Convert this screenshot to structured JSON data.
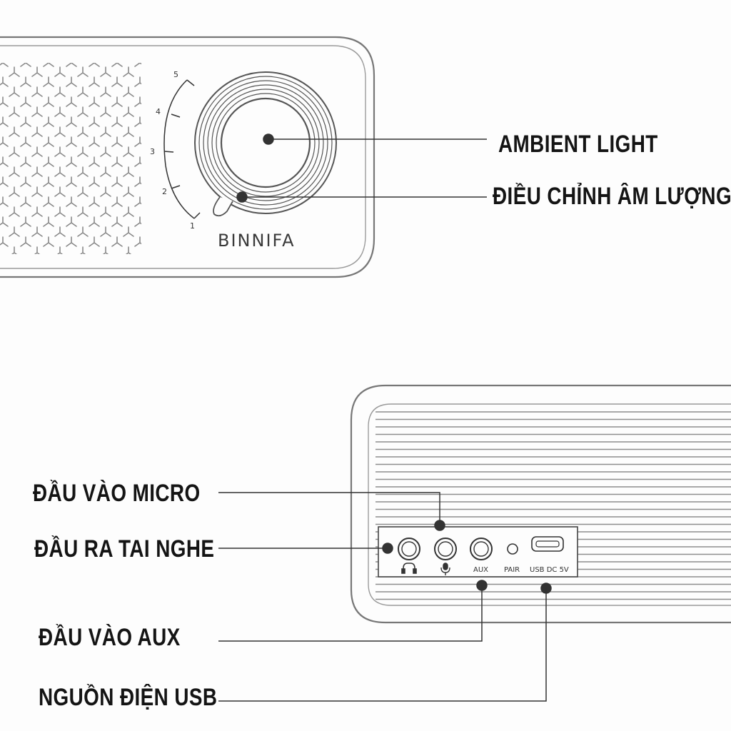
{
  "device": {
    "brand": "BINNIFA",
    "volume_scale": [
      "1",
      "2",
      "3",
      "4",
      "5"
    ],
    "ports": {
      "aux": "AUX",
      "pair": "PAIR",
      "usb": "USB DC 5V"
    },
    "port_icons": [
      "headphone-icon",
      "microphone-icon"
    ]
  },
  "callouts": {
    "ambient_light": "AMBIENT LIGHT",
    "volume_control": "ĐIỀU CHỈNH ÂM LƯỢNG",
    "mic_input": "ĐẦU VÀO MICRO",
    "headphone_output": "ĐẦU RA TAI NGHE",
    "aux_input": "ĐẦU VÀO  AUX",
    "usb_power": "NGUỒN ĐIỆN USB"
  },
  "colors": {
    "line": "#3a3a3a",
    "text": "#141414",
    "background": "#fdfdfd"
  }
}
